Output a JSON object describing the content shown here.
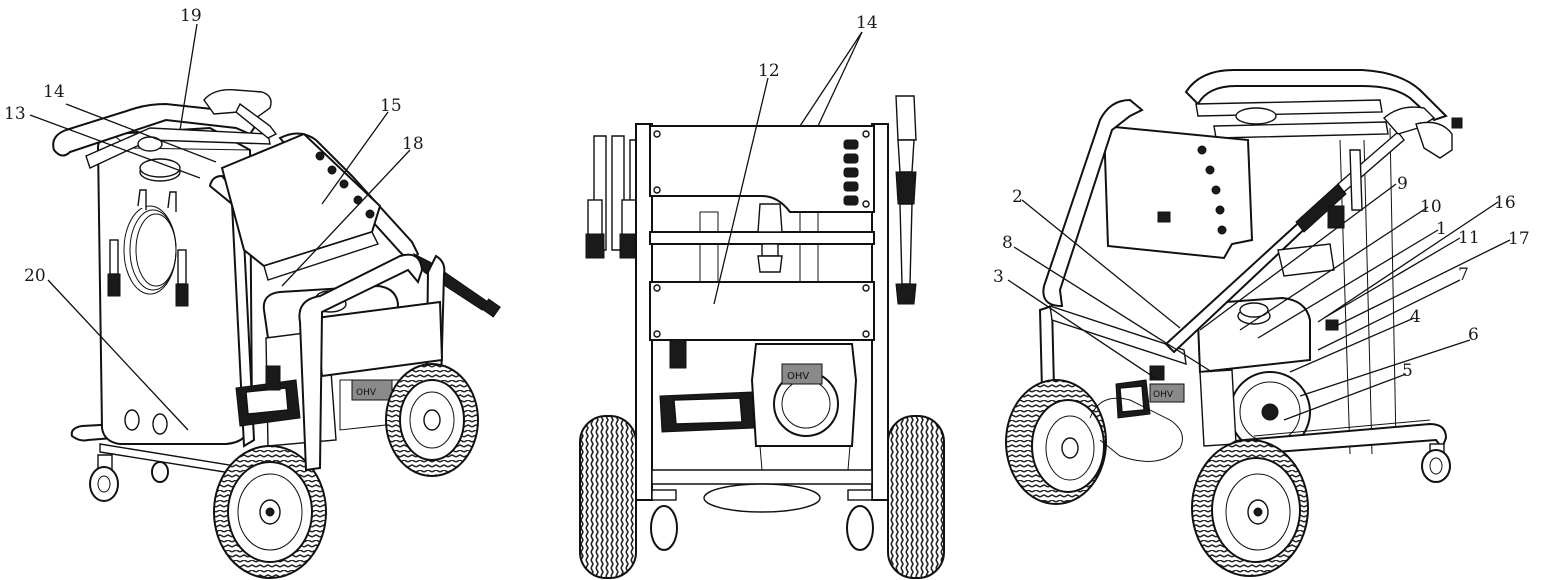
{
  "diagram": {
    "views": [
      "left-view",
      "front-view",
      "right-view"
    ],
    "callouts": [
      {
        "id": "19",
        "text": "19"
      },
      {
        "id": "14a",
        "text": "14"
      },
      {
        "id": "13",
        "text": "13"
      },
      {
        "id": "15",
        "text": "15"
      },
      {
        "id": "18",
        "text": "18"
      },
      {
        "id": "20",
        "text": "20"
      },
      {
        "id": "14b",
        "text": "14"
      },
      {
        "id": "12",
        "text": "12"
      },
      {
        "id": "2",
        "text": "2"
      },
      {
        "id": "8",
        "text": "8"
      },
      {
        "id": "3",
        "text": "3"
      },
      {
        "id": "9",
        "text": "9"
      },
      {
        "id": "10",
        "text": "10"
      },
      {
        "id": "1",
        "text": "1"
      },
      {
        "id": "11",
        "text": "11"
      },
      {
        "id": "16",
        "text": "16"
      },
      {
        "id": "17",
        "text": "17"
      },
      {
        "id": "7",
        "text": "7"
      },
      {
        "id": "4",
        "text": "4"
      },
      {
        "id": "6",
        "text": "6"
      },
      {
        "id": "5",
        "text": "5"
      }
    ],
    "engine_badge": "OHV",
    "colors": {
      "line": "#111111",
      "background": "#ffffff",
      "fill_dark": "#1a1a1a"
    }
  }
}
